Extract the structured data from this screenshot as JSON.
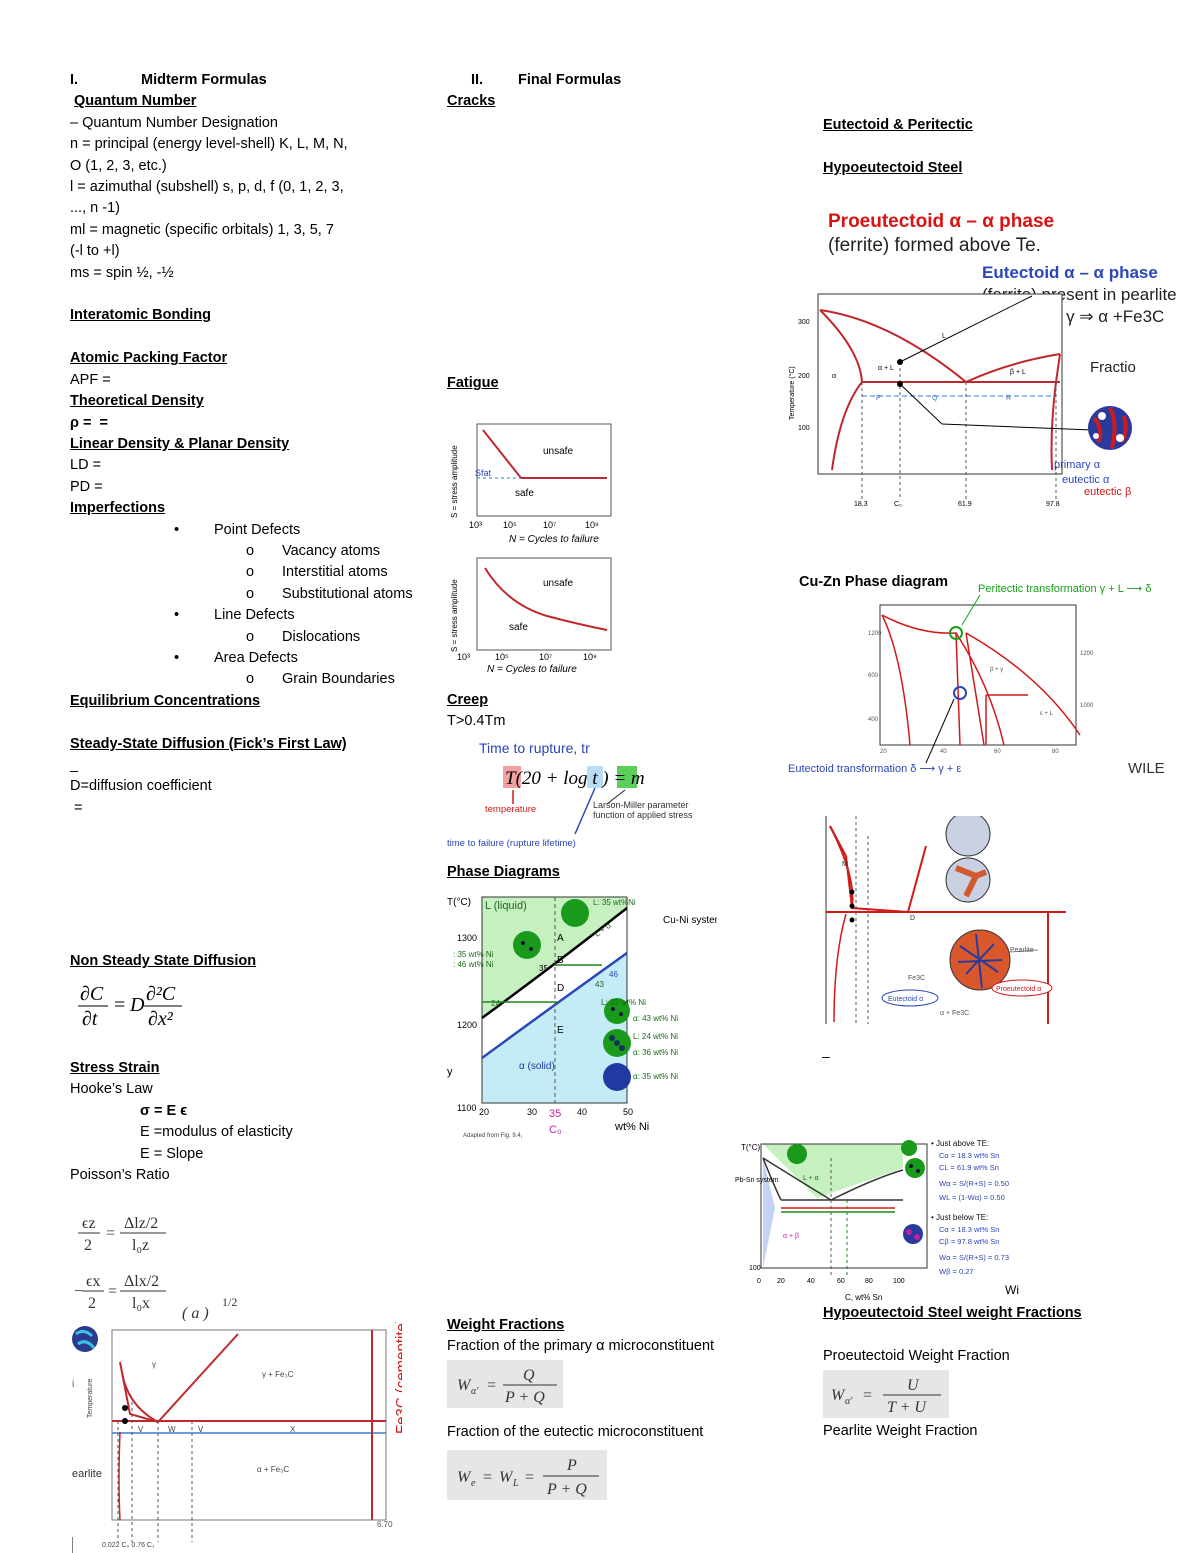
{
  "left": {
    "heading_num": "I.",
    "heading": "Midterm Formulas",
    "quantum": {
      "title": "Quantum Number",
      "lines": [
        "– Quantum Number Designation",
        "n = principal (energy level-shell) K, L, M, N,",
        "O (1, 2, 3, etc.)",
        "l = azimuthal (subshell) s, p, d, f (0, 1, 2, 3,",
        "..., n -1)",
        "ml = magnetic (specific orbitals) 1, 3, 5, 7",
        "(-l to +l)",
        "ms = spin ½, -½"
      ]
    },
    "bonding_title": "Interatomic Bonding",
    "apf_title": "Atomic Packing Factor",
    "apf_eq": "APF =",
    "density_title": "Theoretical Density",
    "density_eq": "ρ =  =",
    "lin_title": "Linear Density & Planar Density",
    "ld": "LD =",
    "pd": "PD =",
    "imp_title": "Imperfections",
    "defects": [
      {
        "bullet": "•",
        "label": "Point Defects",
        "subs": [
          "Vacancy atoms",
          "Interstitial atoms",
          "Substitutional atoms"
        ]
      },
      {
        "bullet": "•",
        "label": "Line Defects",
        "subs": [
          "Dislocations"
        ]
      },
      {
        "bullet": "•",
        "label": "Area Defects",
        "subs": [
          "Grain Boundaries"
        ]
      }
    ],
    "sub_bullet": "o",
    "eq_conc_title": "Equilibrium Concentrations",
    "fick_title": "Steady-State Diffusion (Fick’s First Law)",
    "fick_dash": "_",
    "fick_d": "D=diffusion coefficient",
    "fick_eq": " =",
    "nonsteady_title": "Non Steady State Diffusion",
    "stress_title": "Stress Strain",
    "hooke": "Hooke’s Law",
    "hooke_lines": [
      "σ = E ϵ",
      "E =modulus of elasticity",
      "E = Slope"
    ],
    "poisson": "Poisson’s Ratio",
    "fe3c_label": "Fe3C (cementite)",
    "pearlite_frag": "earlite"
  },
  "middle": {
    "heading_num": "II.",
    "heading": "Final Formulas",
    "cracks_title": "Cracks",
    "fatigue_title": "Fatigue",
    "fatigue1": {
      "ylabel": "S = stress amplitude",
      "xlabel": "N = Cycles to failure",
      "unsafe": "unsafe",
      "safe": "safe",
      "fat": "Sfat",
      "ticks": [
        "10³",
        "10⁵",
        "10⁷",
        "10⁹"
      ]
    },
    "fatigue2": {
      "ylabel": "S = stress amplitude",
      "xlabel": "N = Cycles to failure",
      "unsafe": "unsafe",
      "safe": "safe",
      "ticks": [
        "10³",
        "10⁵",
        "10⁷",
        "10⁹"
      ]
    },
    "creep_title": "Creep",
    "creep_cond": "T>0.4Tm",
    "rupture_label": "Time to rupture, tr",
    "lm_temp": "temperature",
    "lm_fn": "Larson-Miller parameter function of applied stress",
    "lm_time": "time to failure (rupture lifetime)",
    "phase_title": "Phase Diagrams",
    "cuni": {
      "t_label": "T(°C)",
      "liquid": "L (liquid)",
      "system": "Cu-Ni system",
      "alpha": "α (solid)",
      "la": "L + α",
      "t1300": "1300",
      "t1200": "1200",
      "t1100": "1100",
      "xt": [
        "20",
        "30",
        "35",
        "40",
        "50"
      ],
      "c0": "C₀",
      "wt": "wt% Ni",
      "comps": [
        "L: 35 wt%Ni",
        "L: 32 wt% Ni",
        "α: 43 wt% Ni",
        "L: 24 wt% Ni",
        "α: 36 wt% Ni",
        "α: 35 wt% Ni"
      ],
      "left_comps": [
        ": 35 wt% Ni",
        ": 46 wt% Ni"
      ],
      "pts": [
        "A",
        "B",
        "C",
        "D",
        "E"
      ],
      "nums": [
        "32",
        "35",
        "46",
        "43",
        "24",
        "36"
      ],
      "y": "y",
      "credit": "Adapted from Fig. 9.4,"
    },
    "wf_title": "Weight Fractions",
    "wf_primary": "Fraction of the primary α microconstituent",
    "wf_eutectic": "Fraction of the eutectic microconstituent"
  },
  "right": {
    "eut_title": "Eutectoid & Peritectic",
    "hypo_title": "Hypoeutectoid Steel",
    "pro_line1": "Proeutectoid α – α phase",
    "pro_line2": "(ferrite) formed above Te.",
    "eut_line1": "Eutectoid α – α phase",
    "eut_line2": "(ferrite) present in pearlite",
    "eut_line3": "formed via   γ ⇒ α +Fe3C",
    "fraction_frag": "Fractio",
    "micro": {
      "primary": "primary α",
      "eutectic_a": "eutectic α",
      "eutectic_b": "eutectic β"
    },
    "ps_axis": {
      "ylabel": "Temperature (°C)",
      "t300": "300",
      "t200": "200",
      "t100": "100",
      "x": [
        "18.3",
        "C₀",
        "61.9",
        "97.8"
      ],
      "p": "P",
      "q": "Q",
      "r": "R"
    },
    "cuzn_title": "Cu-Zn Phase diagram",
    "peritectic": "Peritectic transformation  γ + L ⟶ δ",
    "eutectoid_tr": "Eutectoid transformation   δ ⟶ γ + ε",
    "wiley": "WILE",
    "steel_labels": {
      "pearlite": "Pearlite",
      "fe3c": "Fe3C",
      "eutectoid": "Eutectoid α",
      "proeutectoid": "Proeutectoid α",
      "a_fe3c": "α + Fe3C"
    },
    "dash": "–",
    "pbsn": {
      "tlabel": "T(°C)",
      "system": "Pb-Sn system",
      "above": "• Just above TE:",
      "above_lines": [
        "Cα = 18.3 wt% Sn",
        "CL = 61.9 wt% Sn",
        "Wα = S/(R+S) = 0.50",
        "WL = (1-Wα) = 0.50"
      ],
      "below": "• Just below TE:",
      "below_lines": [
        "Cα = 18.3 wt% Sn",
        "Cβ = 97.8 wt% Sn",
        "Wα = S/(R+S) = 0.73",
        "Wβ = 0.27"
      ],
      "x": [
        "0",
        "20",
        "40",
        "60",
        "80",
        "100"
      ],
      "xl": "C, wt% Sn",
      "wi": "Wi"
    },
    "hypo_wf_title": "Hypoeutectoid Steel weight Fractions",
    "pro_wf": "Proeutectoid Weight Fraction",
    "pearlite_wf": "Pearlite Weight Fraction"
  },
  "colors": {
    "red": "#d11a1a",
    "blue": "#2b46b8",
    "green_fill": "#c6f0c0",
    "cyan_fill": "#c4ecf7",
    "dark_red": "#c0282d"
  }
}
